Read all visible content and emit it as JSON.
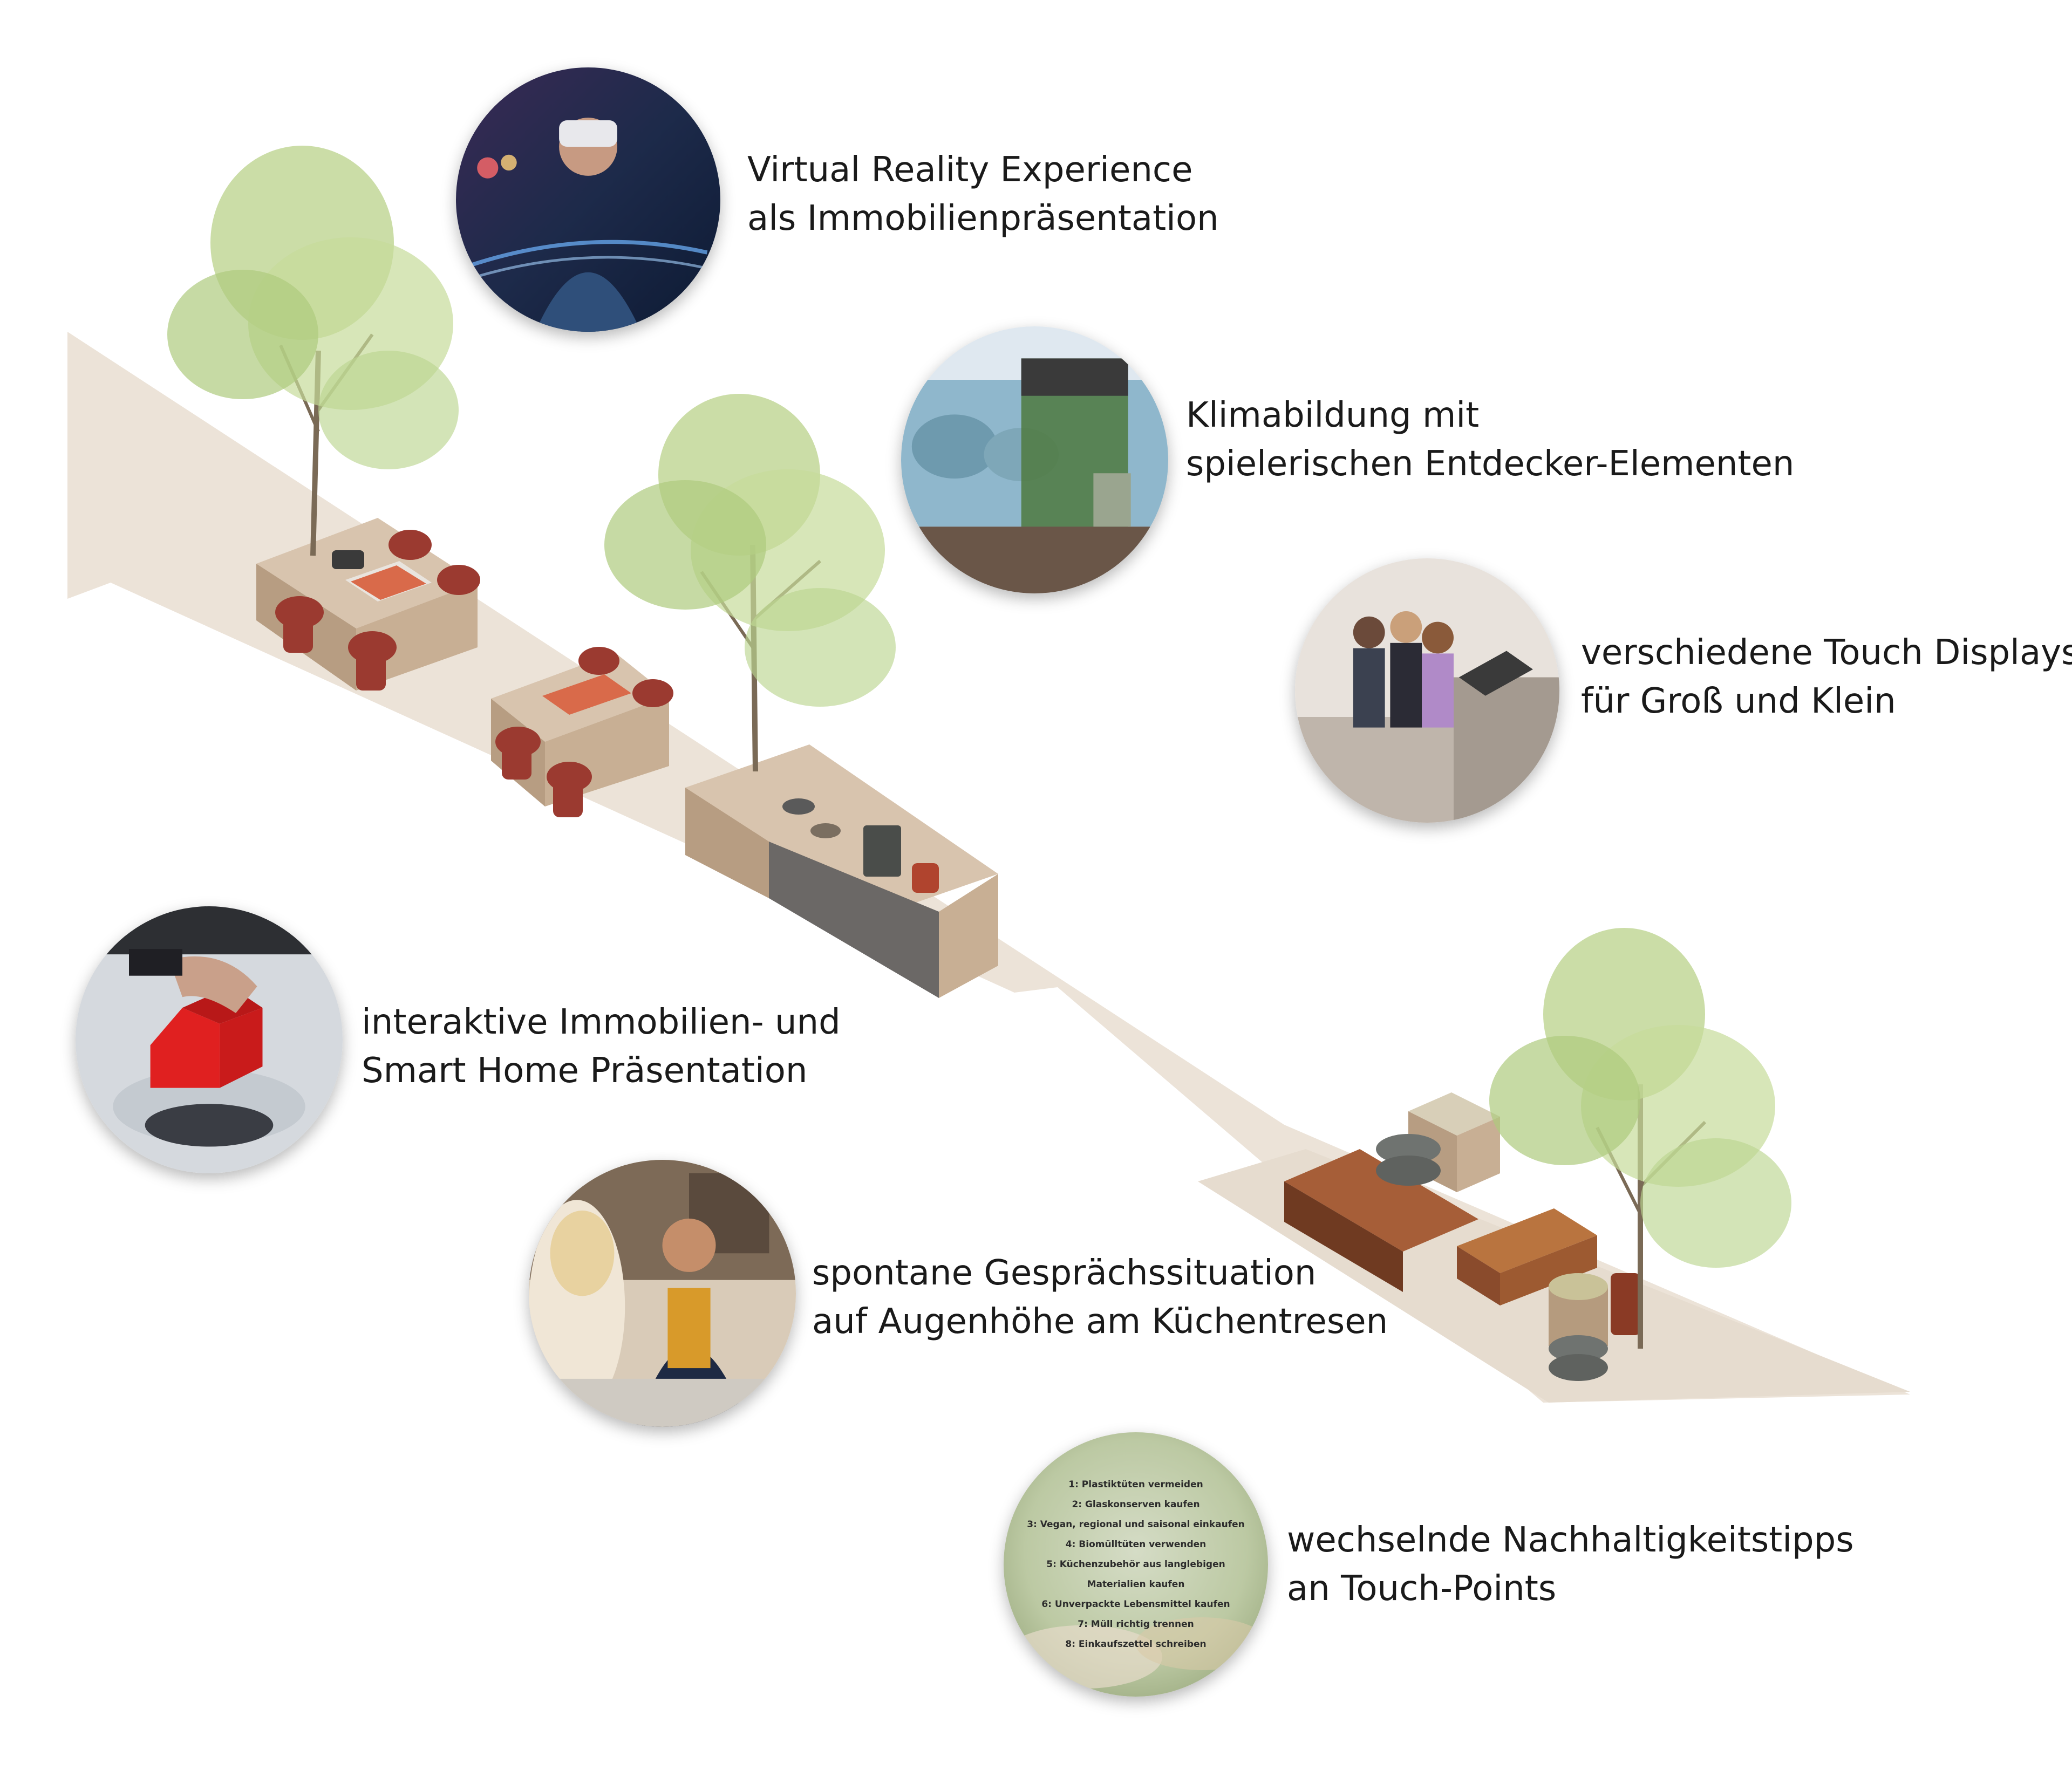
{
  "features": [
    {
      "id": "vr",
      "icon": "vr-headset-photo",
      "lines": [
        "Virtual Reality Experience",
        "als Immobilienpräsentation"
      ]
    },
    {
      "id": "klima",
      "icon": "climate-education-photo",
      "lines": [
        "Klimabildung mit",
        "spielerischen Entdecker-Elementen"
      ]
    },
    {
      "id": "touch",
      "icon": "touch-display-kids-photo",
      "lines": [
        "verschiedene Touch Displays",
        "für Groß und Klein"
      ]
    },
    {
      "id": "smarthome",
      "icon": "red-house-touch-table-photo",
      "lines": [
        "interaktive Immobilien- und",
        "Smart Home Präsentation"
      ]
    },
    {
      "id": "talk",
      "icon": "conversation-photo",
      "lines": [
        "spontane Gesprächssituation",
        "auf Augenhöhe am Küchentresen"
      ]
    },
    {
      "id": "tips",
      "icon": "sustainability-tips-photo",
      "lines": [
        "wechselnde Nachhaltigkeitstipps",
        "an Touch-Points"
      ]
    }
  ],
  "tips_list": [
    "1: Plastiktüten vermeiden",
    "2: Glaskonserven kaufen",
    "3: Vegan, regional und saisonal einkaufen",
    "4: Biomülltüten verwenden",
    "5: Küchenzubehör aus langlebigen",
    "Materialien kaufen",
    "6: Unverpackte Lebensmittel kaufen",
    "7: Müll richtig trennen",
    "8: Einkaufszettel schreiben"
  ],
  "colors": {
    "floor": "#ece3d8",
    "wood": "#c9b29a",
    "chair": "#9b3a30",
    "counter": "#6b6866",
    "sofa": "#8a4b2c",
    "tree": "#b9d28a",
    "house": "#e02020"
  }
}
